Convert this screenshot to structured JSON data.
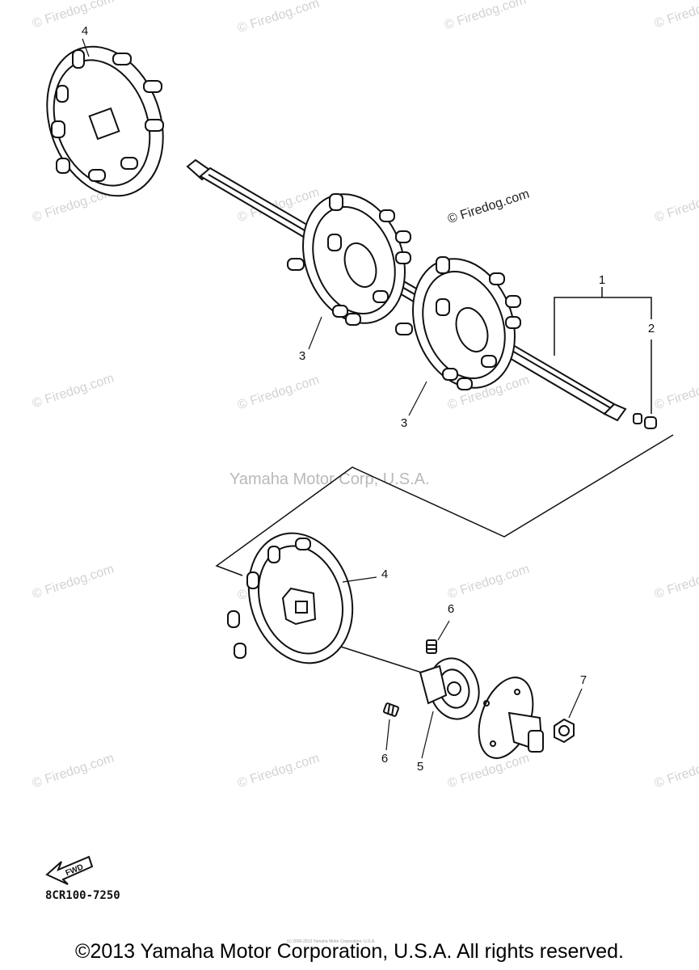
{
  "diagram": {
    "watermark_text": "© Firedog.com",
    "center_watermark": "Yamaha Motor Corp, U.S.A.",
    "callouts": [
      "4",
      "1",
      "2",
      "3",
      "3",
      "4",
      "6",
      "6",
      "5",
      "7"
    ],
    "fwd_label": "FWD",
    "part_code": "8CR100-7250",
    "small_notice": "(c) 2000-2013 Yamaha Motor Corporation, U.S.A.",
    "copyright": "©2013 Yamaha Motor Corporation, U.S.A. All rights reserved."
  }
}
